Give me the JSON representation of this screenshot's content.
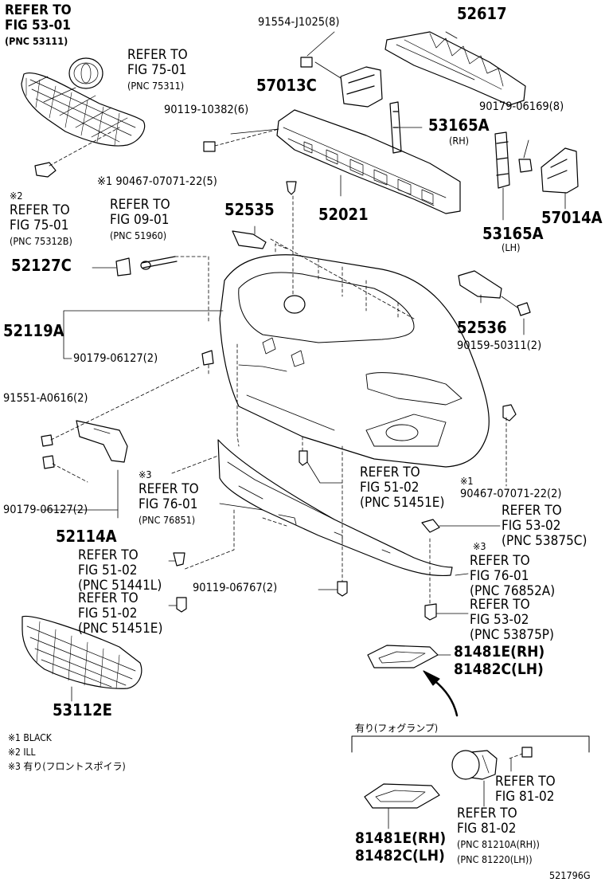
{
  "labels": {
    "ref_53_01": [
      "REFER TO",
      "FIG 53-01",
      "(PNC 53111)"
    ],
    "ref_75_01_a": [
      "REFER TO",
      "FIG 75-01",
      "(PNC 75311)"
    ],
    "p_91554": "91554-J1025(8)",
    "p_52617": "52617",
    "p_57013c": "57013C",
    "p_90119_10382": "90119-10382(6)",
    "p_90179_06169": "90179-06169(8)",
    "p_53165a_rh": "53165A",
    "rh_tag": "(RH)",
    "p_90467_22_5": "※1 90467-07071-22(5)",
    "ref_75_01_b": [
      "※2",
      "REFER TO",
      "FIG 75-01",
      "(PNC 75312B)"
    ],
    "ref_09_01": [
      "REFER TO",
      "FIG 09-01",
      "(PNC 51960)"
    ],
    "p_52535": "52535",
    "p_52021": "52021",
    "p_53165a_lh": "53165A",
    "lh_tag": "(LH)",
    "p_57014a": "57014A",
    "p_52127c": "52127C",
    "p_52536": "52536",
    "p_90159": "90159-50311(2)",
    "p_52119a": "52119A",
    "p_90179_06127_top": "90179-06127(2)",
    "p_91551": "91551-A0616(2)",
    "ref_76_01_a": [
      "※3",
      "REFER TO",
      "FIG 76-01",
      "(PNC 76851)"
    ],
    "ref_51_02_a": [
      "REFER TO",
      "FIG 51-02",
      "(PNC 51451E)"
    ],
    "p_90467_22_2": [
      "※1",
      "90467-07071-22(2)"
    ],
    "p_90179_06127_bot": "90179-06127(2)",
    "p_52114a": "52114A",
    "ref_53_02_a": [
      "REFER TO",
      "FIG 53-02",
      "(PNC 53875C)"
    ],
    "ref_76_01_b": [
      "※3",
      "REFER TO",
      "FIG 76-01",
      "(PNC 76852A)"
    ],
    "ref_51_02_b": [
      "REFER TO",
      "FIG 51-02",
      "(PNC 51441L)"
    ],
    "ref_51_02_c": [
      "REFER TO",
      "FIG 51-02",
      "(PNC 51451E)"
    ],
    "p_90119_06767": "90119-06767(2)",
    "ref_53_02_b": [
      "REFER TO",
      "FIG 53-02",
      "(PNC 53875P)"
    ],
    "p_81481e_a": "81481E(RH)",
    "p_81482c_a": "81482C(LH)",
    "p_53112e": "53112E",
    "note_1": "※1 BLACK",
    "note_2": "※2 ILL",
    "note_3": "※3 有り(フロントスポイラ)",
    "fog_header": "有り(フォグランプ)",
    "ref_81_02_a": [
      "REFER TO",
      "FIG 81-02"
    ],
    "ref_81_02_b": [
      "REFER TO",
      "FIG 81-02",
      "(PNC 81210A(RH))",
      "(PNC 81220(LH))"
    ],
    "p_81481e_b": "81481E(RH)",
    "p_81482c_b": "81482C(LH)",
    "fig_no": "521796G"
  }
}
